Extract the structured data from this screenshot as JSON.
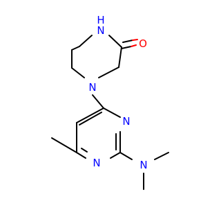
{
  "colors": {
    "bond": "#000000",
    "nitrogen": "#0000ff",
    "oxygen": "#ff0000",
    "background": "#ffffff"
  },
  "atoms": {
    "nh": {
      "symbol": "N",
      "h": "H",
      "element": "nitrogen"
    },
    "o": {
      "symbol": "O",
      "element": "oxygen"
    },
    "n_diazepane": {
      "symbol": "N",
      "element": "nitrogen"
    },
    "n_pyrimidine_3": {
      "symbol": "N",
      "element": "nitrogen"
    },
    "n_pyrimidine_1": {
      "symbol": "N",
      "element": "nitrogen"
    },
    "n_dimethylamino": {
      "symbol": "N",
      "element": "nitrogen"
    }
  }
}
